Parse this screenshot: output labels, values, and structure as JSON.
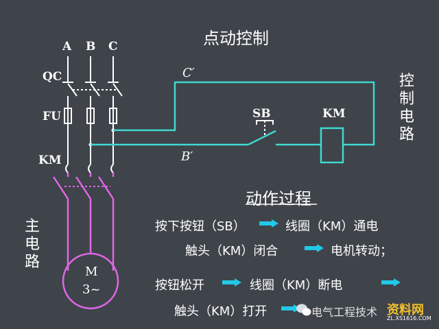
{
  "title": "点动控制",
  "phase_labels": {
    "a": "A",
    "b": "B",
    "c": "C"
  },
  "components": {
    "qc": "QC",
    "fu": "FU",
    "km_main": "KM",
    "sb": "SB",
    "km_coil": "KM"
  },
  "nodes": {
    "c_prime": "C′",
    "b_prime": "B′"
  },
  "motor": {
    "line1": "M",
    "line2": "3~"
  },
  "circuit_labels": {
    "main_circuit": [
      "主",
      "电",
      "路"
    ],
    "control_circuit": [
      "控",
      "制",
      "电",
      "路"
    ]
  },
  "process": {
    "heading": "动作过程",
    "row1_a": "按下按钮（SB）",
    "row1_b": "线圈（KM）通电",
    "row2_a": "触头（KM）闭合",
    "row2_b": "电机转动；",
    "row3_a": "按钮松开",
    "row3_b": "线圈（KM）断电",
    "row4_a": "触头（KM）打开"
  },
  "watermark": {
    "text1": "电气工程技术",
    "text2": "资料网",
    "url": "ZL.XS1616.COM"
  },
  "colors": {
    "background": "#3f434a",
    "control_wire": "#3fd9d0",
    "main_wire": "#e066e6",
    "component_white": "#ffffff",
    "arrow": "#22c8e8"
  }
}
